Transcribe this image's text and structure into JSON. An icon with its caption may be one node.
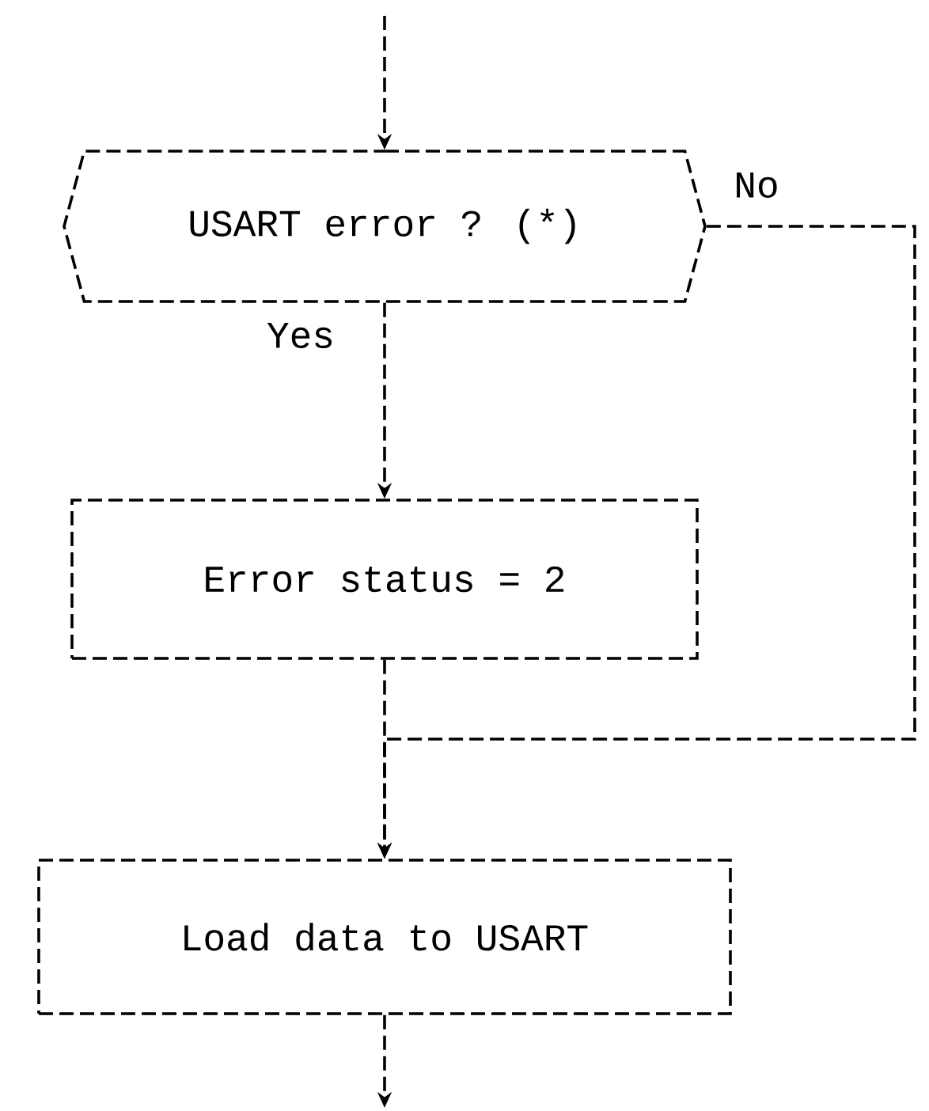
{
  "diagram": {
    "nodes": [
      {
        "text": [
          "USART error ? (*)"
        ]
      },
      {
        "text": [
          "Error status = 2"
        ]
      },
      {
        "text": [
          "Load data to USART"
        ]
      }
    ],
    "edges": [
      {
        "from": null,
        "to": 0,
        "arrow": "to"
      },
      {
        "from": 0,
        "to": 1,
        "arrow": "to",
        "label": "Yes"
      },
      {
        "from": 0,
        "to": 2,
        "arrow": "to",
        "label": "No"
      },
      {
        "from": 1,
        "to": 2,
        "arrow": "to"
      },
      {
        "from": 2,
        "to": null,
        "arrow": "to"
      }
    ]
  }
}
